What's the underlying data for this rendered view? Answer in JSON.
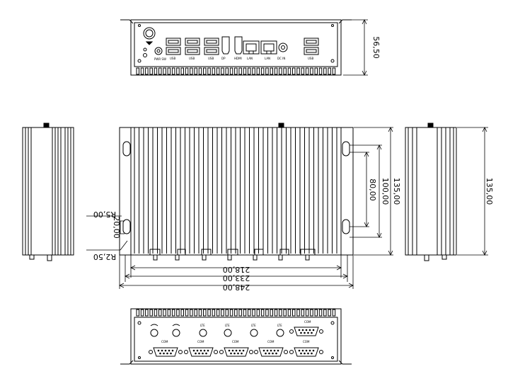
{
  "dimensions": {
    "front_height": "56,50",
    "right_height": "135,00",
    "top_mount_outer": "100,00",
    "top_mount_inner": "80,00",
    "side_height": "135,00",
    "slot_radius": "R5,00",
    "slot_length": "20,00",
    "corner_radius": "R2,50",
    "width_inner": "218,00",
    "width_mid": "233,00",
    "width_outer": "248,00"
  },
  "front_panel_labels": {
    "power": "PWR SW",
    "usb1": "USB",
    "usb2": "USB",
    "usb3": "USB",
    "displayport": "DP",
    "hdmi": "HDMI",
    "lan1": "LAN",
    "lan2": "LAN",
    "dc_in": "DC IN",
    "usb4": "USB"
  },
  "rear_panel_labels": {
    "ant1": "",
    "ant2": "",
    "lte1": "LTE",
    "lte2": "LTE",
    "lte3": "LTE",
    "lte4": "LTE",
    "com_top": "COM",
    "com1": "COM",
    "com2": "COM",
    "com3": "COM",
    "com4": "COM",
    "com5": "COM"
  }
}
